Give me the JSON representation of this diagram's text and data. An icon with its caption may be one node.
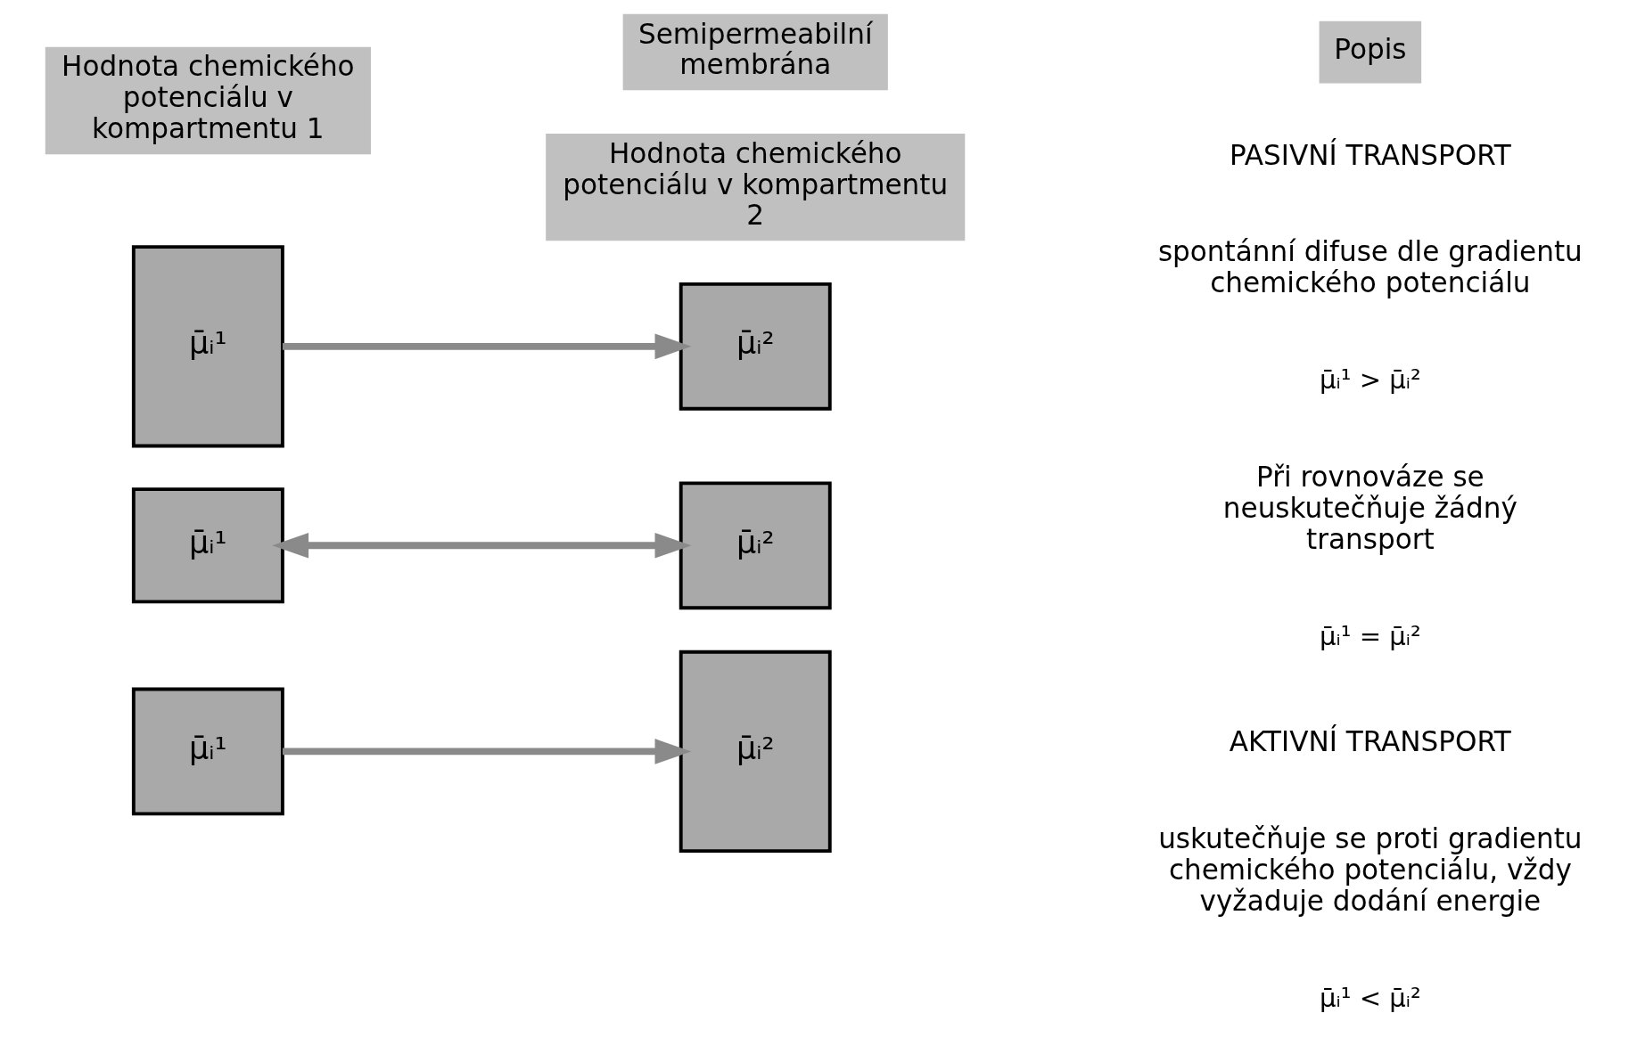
{
  "diagram": {
    "nodes": [
      {
        "text": [
          "μ̄ᵢ¹"
        ]
      },
      {
        "text": [
          "μ̄ᵢ²"
        ]
      },
      {
        "text": [
          "μ̄ᵢ¹"
        ]
      },
      {
        "text": [
          "μ̄ᵢ²"
        ]
      },
      {
        "text": [
          "μ̄ᵢ¹"
        ]
      },
      {
        "text": [
          "μ̄ᵢ²"
        ]
      }
    ],
    "edges": [
      {
        "from": 0,
        "to": 1,
        "arrow": "to"
      },
      {
        "from": 2,
        "to": 3,
        "arrow": "both"
      },
      {
        "from": 4,
        "to": 5,
        "arrow": "to"
      }
    ],
    "labels": [
      "Semipermeabilní membrána",
      "Hodnota chemického potenciálu v kompartmentu 1",
      "Hodnota chemického potenciálu v kompartmentu 2",
      "Popis",
      "PASIVNÍ TRANSPORT",
      "spontánní difuse dle gradientu chemického potenciálu",
      "μ̄ᵢ¹ > μ̄ᵢ²",
      "Při rovnováze se neuskutečňuje žádný transport",
      "μ̄ᵢ¹ = μ̄ᵢ²",
      "AKTIVNÍ TRANSPORT",
      "uskutečňuje se proti gradientu chemického potenciálu, vždy vyžaduje dodání energie",
      "μ̄ᵢ¹ < μ̄ᵢ²"
    ]
  }
}
